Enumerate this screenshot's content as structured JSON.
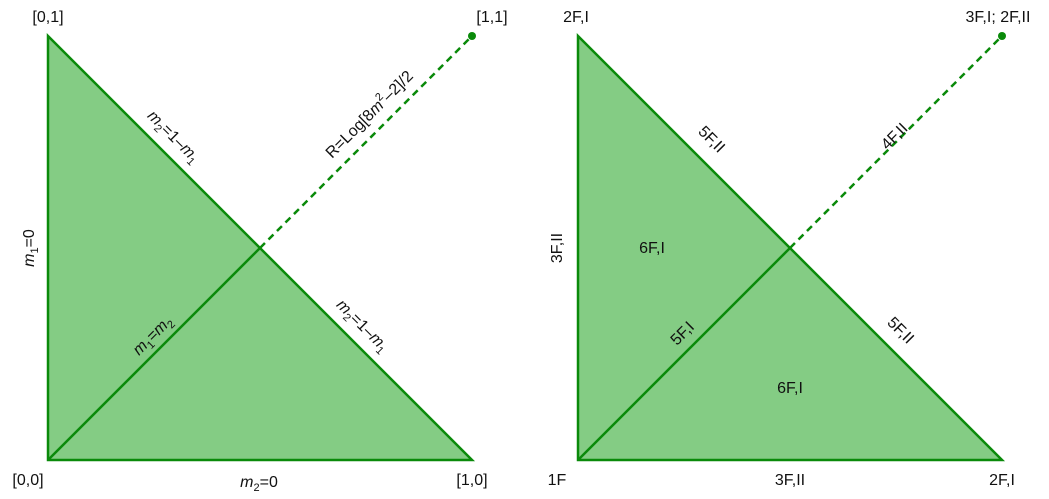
{
  "colors": {
    "fill": "#84cc84",
    "line": "#0a8a0a"
  },
  "left_panel": {
    "corners": {
      "bottom_left": "[0,0]",
      "top_left": "[0,1]",
      "bottom_right": "[1,0]",
      "top_right": "[1,1]"
    },
    "edge_left": {
      "a": "m",
      "a_sub": "1",
      "b": "=0"
    },
    "edge_bottom": {
      "a": "m",
      "a_sub": "2",
      "b": "=0"
    },
    "hyp_upper": {
      "a": "m",
      "a_sub": "2",
      "b": "=1–",
      "c": "m",
      "c_sub": "1"
    },
    "hyp_lower": {
      "a": "m",
      "a_sub": "2",
      "b": "=1–",
      "c": "m",
      "c_sub": "1"
    },
    "diag": {
      "a": "m",
      "a_sub": "1",
      "b": "=",
      "c": "m",
      "c_sub": "2"
    },
    "dashed": {
      "a": "R=Log[8",
      "b": "m",
      "b_sup": "2",
      "c": "–2]/2"
    }
  },
  "right_panel": {
    "corners": {
      "bottom_left": "1F",
      "top_left": "2F,I",
      "bottom_right": "2F,I",
      "top_right": "3F,I; 2F,II"
    },
    "edge_left": "3F,II",
    "edge_bottom": "3F,II",
    "hyp_upper": "5F,II",
    "hyp_lower": "5F,II",
    "diag": "5F,I",
    "dashed": "4F,II",
    "region_upper": "6F,I",
    "region_lower": "6F,I"
  }
}
